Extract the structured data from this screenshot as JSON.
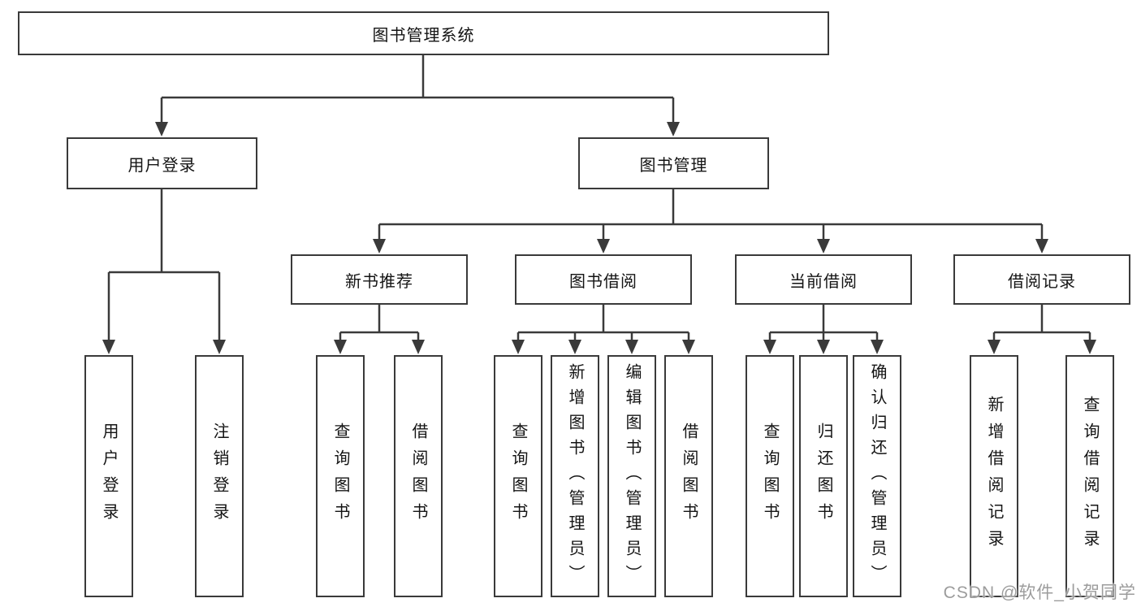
{
  "title": "图书管理系统",
  "watermark": {
    "text": "CSDN @软件_小贺同学"
  },
  "colors": {
    "background": "#ffffff",
    "line": "#3a3a3a",
    "box_border": "#3a3a3a",
    "text": "#141414",
    "watermark": "#9c9c9c"
  },
  "tree": {
    "root": {
      "label": "图书管理系统"
    },
    "level1": [
      {
        "label": "用户登录"
      },
      {
        "label": "图书管理"
      }
    ],
    "level2": [
      {
        "label": "新书推荐"
      },
      {
        "label": "图书借阅"
      },
      {
        "label": "当前借阅"
      },
      {
        "label": "借阅记录"
      }
    ],
    "leaves": {
      "user_login": [
        "用户登录",
        "注销登录"
      ],
      "new_book": [
        "查询图书",
        "借阅图书"
      ],
      "book_borrow": [
        "查询图书",
        "新增图书（管理员）",
        "编辑图书（管理员）",
        "借阅图书"
      ],
      "current_borrow": [
        "查询图书",
        "归还图书",
        "确认归还（管理员）"
      ],
      "borrow_records": [
        "新增借阅记录",
        "查询借阅记录"
      ]
    }
  }
}
